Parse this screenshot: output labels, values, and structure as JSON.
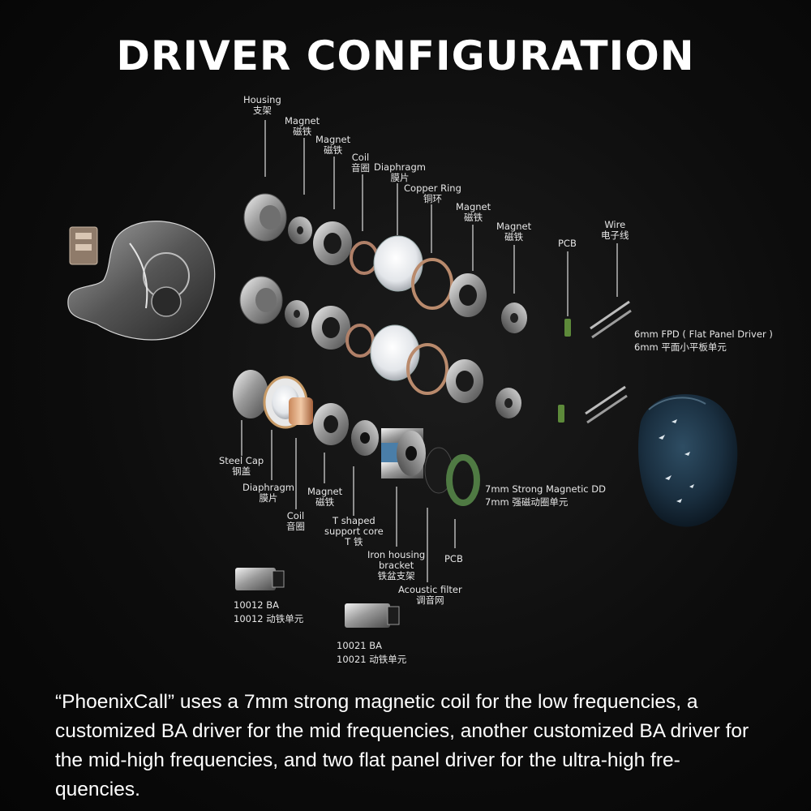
{
  "title": "DRIVER CONFIGURATION",
  "labels": {
    "housing": {
      "en": "Housing",
      "cn": "支架"
    },
    "magnet1": {
      "en": "Magnet",
      "cn": "磁铁"
    },
    "magnet2": {
      "en": "Magnet",
      "cn": "磁铁"
    },
    "coil_top": {
      "en": "Coil",
      "cn": "音圈"
    },
    "diaphragm_top": {
      "en": "Diaphragm",
      "cn": "膜片"
    },
    "copper_ring": {
      "en": "Copper Ring",
      "cn": "铜环"
    },
    "magnet3": {
      "en": "Magnet",
      "cn": "磁铁"
    },
    "magnet4": {
      "en": "Magnet",
      "cn": "磁铁"
    },
    "pcb_top": {
      "en": "PCB"
    },
    "wire": {
      "en": "Wire",
      "cn": "电子线"
    },
    "fpd": {
      "en": "6mm FPD ( Flat Panel Driver )",
      "cn": "6mm 平面小平板单元"
    },
    "steel_cap": {
      "en": "Steel Cap",
      "cn": "钢盖"
    },
    "diaphragm_bottom": {
      "en": "Diaphragm",
      "cn": "膜片"
    },
    "coil_bottom": {
      "en": "Coil",
      "cn": "音圈"
    },
    "magnet_bottom": {
      "en": "Magnet",
      "cn": "磁铁"
    },
    "t_core": {
      "en1": "T shaped",
      "en2": "support core",
      "cn": "T 铁"
    },
    "iron_bracket": {
      "en1": "Iron housing",
      "en2": "bracket",
      "cn": "铁盆支架"
    },
    "pcb_bottom": {
      "en": "PCB"
    },
    "acoustic_filter": {
      "en": "Acoustic filter",
      "cn": "调音网"
    },
    "dd": {
      "en": "7mm Strong Magnetic DD",
      "cn": "7mm 强磁动圈单元"
    },
    "ba1": {
      "en": "10012 BA",
      "cn": "10012 动铁单元"
    },
    "ba2": {
      "en": "10021 BA",
      "cn": "10021 动铁单元"
    }
  },
  "caption": "“PhoenixCall” uses a 7mm strong magnetic coil for the low frequencies, a customized BA driver for the mid frequencies, another customized BA driver for the mid-high frequencies, and two flat panel driver for the ultra-high fre- quencies."
}
